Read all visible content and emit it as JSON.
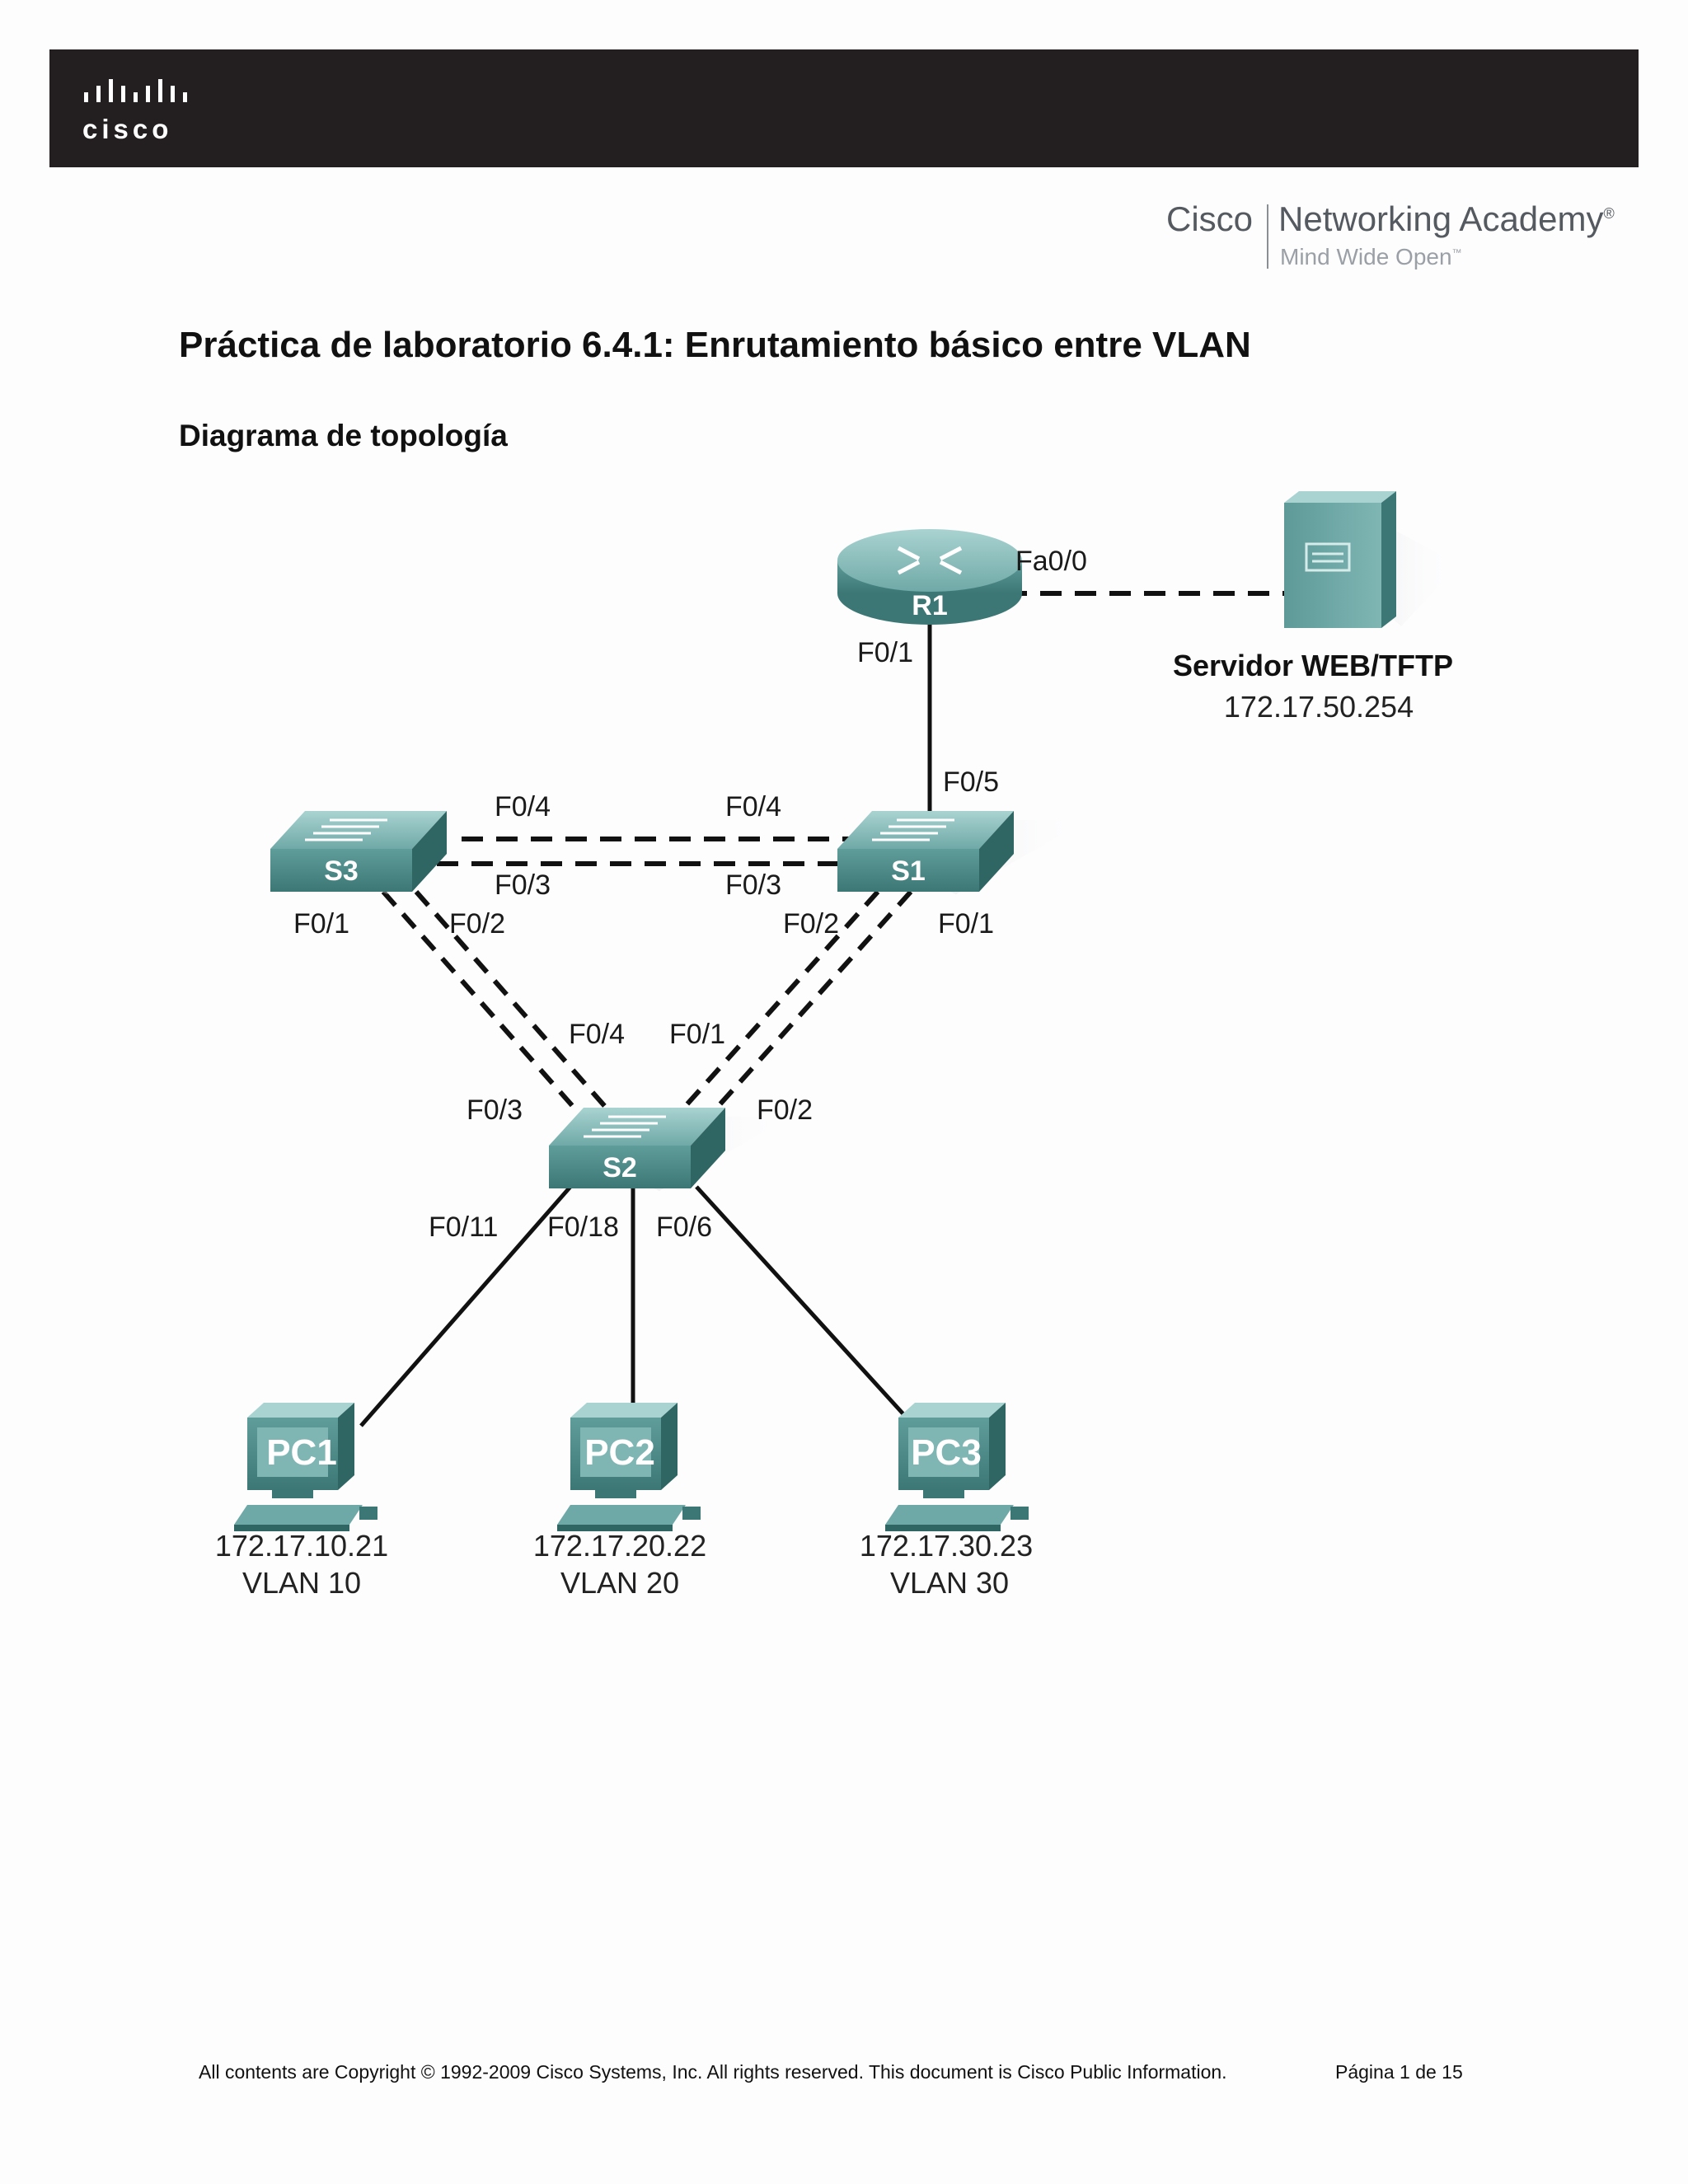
{
  "header": {
    "logo_text": "cisco",
    "brand": {
      "cisco": "Cisco",
      "academy": "Networking Academy",
      "registered": "®",
      "tagline": "Mind Wide Open",
      "trademark": "™"
    }
  },
  "document": {
    "title": "Práctica de laboratorio 6.4.1: Enrutamiento básico entre VLAN",
    "section_title": "Diagrama de topología"
  },
  "topology": {
    "router": {
      "name": "R1",
      "port_server": "Fa0/0",
      "port_s1": "F0/1"
    },
    "server": {
      "name": "Servidor WEB/TFTP",
      "ip": "172.17.50.254"
    },
    "switches": {
      "s1": {
        "name": "S1",
        "f05": "F0/5",
        "f04": "F0/4",
        "f03": "F0/3",
        "f02": "F0/2",
        "f01": "F0/1"
      },
      "s3": {
        "name": "S3",
        "f04": "F0/4",
        "f03": "F0/3",
        "f01": "F0/1",
        "f02": "F0/2"
      },
      "s2": {
        "name": "S2",
        "f04": "F0/4",
        "f01": "F0/1",
        "f03": "F0/3",
        "f02": "F0/2",
        "f011": "F0/11",
        "f018": "F0/18",
        "f06": "F0/6"
      }
    },
    "pcs": [
      {
        "name": "PC1",
        "ip": "172.17.10.21",
        "vlan": "VLAN 10"
      },
      {
        "name": "PC2",
        "ip": "172.17.20.22",
        "vlan": "VLAN 20"
      },
      {
        "name": "PC3",
        "ip": "172.17.30.23",
        "vlan": "VLAN 30"
      }
    ]
  },
  "footer": {
    "copyright": "All contents are Copyright © 1992-2009 Cisco Systems, Inc. All rights reserved. This document is Cisco Public Information.",
    "page": "Página 1 de 15"
  },
  "colors": {
    "header_bar": "#231f20",
    "device_teal": "#4e8e8c",
    "device_teal_light": "#8cc2c0",
    "device_teal_dark": "#2f6664"
  }
}
